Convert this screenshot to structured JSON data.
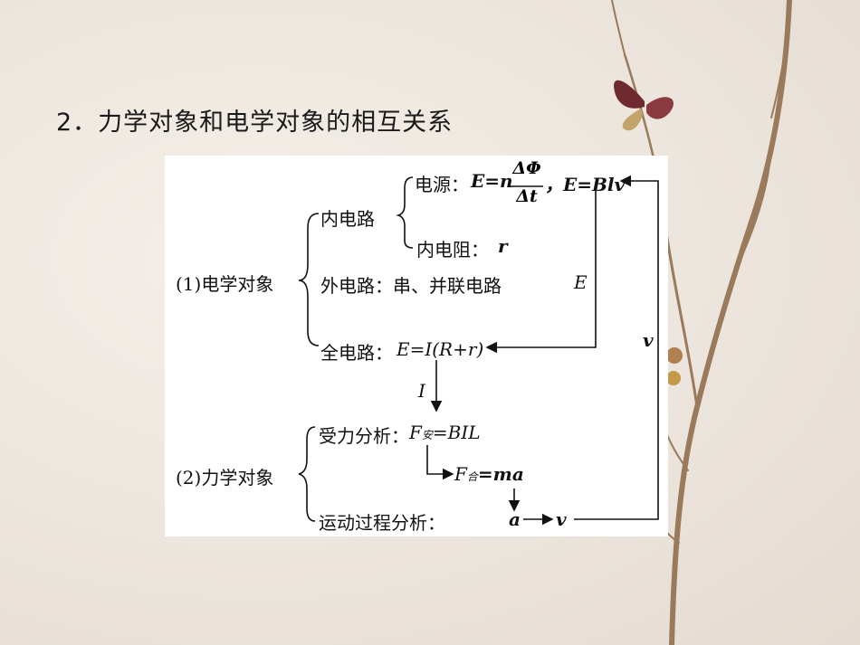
{
  "heading": "2．力学对象和电学对象的相互关系",
  "diagram": {
    "electric": {
      "label": "(1)电学对象",
      "inner_circuit": {
        "label": "内电路",
        "source_prefix": "电源：",
        "source_formula_a": "E=n",
        "frac_num": "ΔΦ",
        "frac_den": "Δt",
        "source_formula_b": "，E=Blv",
        "resistance_label": "内电阻：",
        "resistance_symbol": "r"
      },
      "outer_circuit": "外电路：串、并联电路",
      "full_circuit_label": "全电路：",
      "full_circuit_formula": "E=I(R+r)",
      "arrow_E": "E"
    },
    "mechanics": {
      "label": "(2)力学对象",
      "force_label": "受力分析：",
      "force_F": "F",
      "force_sub": "安",
      "force_formula": "=BIL",
      "net_F": "F",
      "net_sub": "合",
      "net_formula": "=ma",
      "motion_label": "运动过程分析：",
      "motion_a": "a",
      "motion_v": "v",
      "arrow_I": "I",
      "arrow_v": "v"
    }
  },
  "colors": {
    "ink": "#111111",
    "panel": "#ffffff"
  }
}
